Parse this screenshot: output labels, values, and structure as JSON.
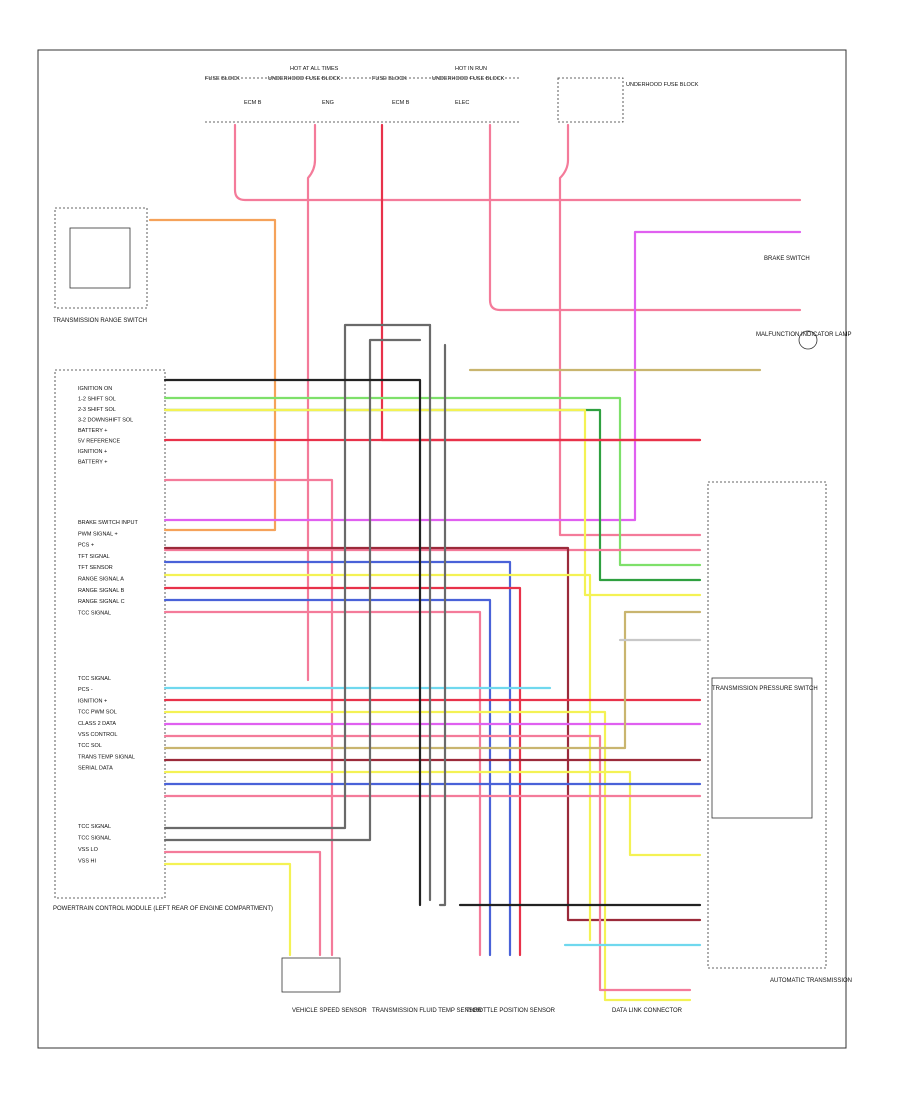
{
  "colors": {
    "pink": "#f47b9a",
    "red": "#e8324a",
    "orange": "#f5a25a",
    "yellow": "#f4f254",
    "light_green": "#7ee06a",
    "dark_green": "#2fa040",
    "blue": "#4a62d8",
    "light_blue": "#6fd8ee",
    "violet": "#e060f0",
    "tan": "#c9b56f",
    "brown": "#9b2a3a",
    "gray": "#6a6a6a",
    "black": "#222222",
    "white_wire": "#c8c8c8"
  },
  "fuse_panel": {
    "left_label": "HOT AT ALL TIMES",
    "right_label": "HOT IN RUN",
    "segments": [
      "FUSE BLOCK",
      "UNDERHOOD FUSE BLOCK",
      "FUSE BLOCK",
      "UNDERHOOD FUSE BLOCK"
    ],
    "box_label": "UNDERHOOD FUSE BLOCK",
    "fuses": [
      "ECM B",
      "ENG",
      "ECM B",
      "ELEC"
    ]
  },
  "components": {
    "ecm": "POWERTRAIN CONTROL MODULE (LEFT REAR OF ENGINE COMPARTMENT)",
    "trans_range": "TRANSMISSION RANGE SWITCH",
    "brake_switch": "BRAKE SWITCH",
    "malfunction_lamp": "MALFUNCTION INDICATOR LAMP",
    "auto_trans": "AUTOMATIC TRANSMISSION",
    "pressure_switch": "TRANSMISSION PRESSURE SWITCH",
    "vss": "VEHICLE SPEED SENSOR",
    "tft": "TRANSMISSION FLUID TEMP SENSOR",
    "tps": "THROTTLE POSITION SENSOR",
    "data_link": "DATA LINK CONNECTOR"
  },
  "ecm_pins_group1": [
    "IGNITION ON",
    "1-2 SHIFT SOL",
    "2-3 SHIFT SOL",
    "3-2 DOWNSHIFT SOL",
    "BATTERY +",
    "5V REFERENCE",
    "IGNITION +",
    "BATTERY +"
  ],
  "ecm_pins_group2": [
    "BRAKE SWITCH INPUT",
    "PWM SIGNAL +",
    "PCS +",
    "TFT SIGNAL",
    "TFT SENSOR",
    "RANGE SIGNAL A",
    "RANGE SIGNAL B",
    "RANGE SIGNAL C",
    "TCC SIGNAL"
  ],
  "ecm_pins_group3": [
    "TCC SIGNAL",
    "PCS -",
    "IGNITION +",
    "TCC PWM SOL",
    "CLASS 2 DATA",
    "VSS CONTROL",
    "TCC SOL",
    "TRANS TEMP SIGNAL",
    "SERIAL DATA"
  ],
  "ecm_pins_group4": [
    "TCC SIGNAL",
    "TCC SIGNAL",
    "VSS LO",
    "VSS HI"
  ]
}
